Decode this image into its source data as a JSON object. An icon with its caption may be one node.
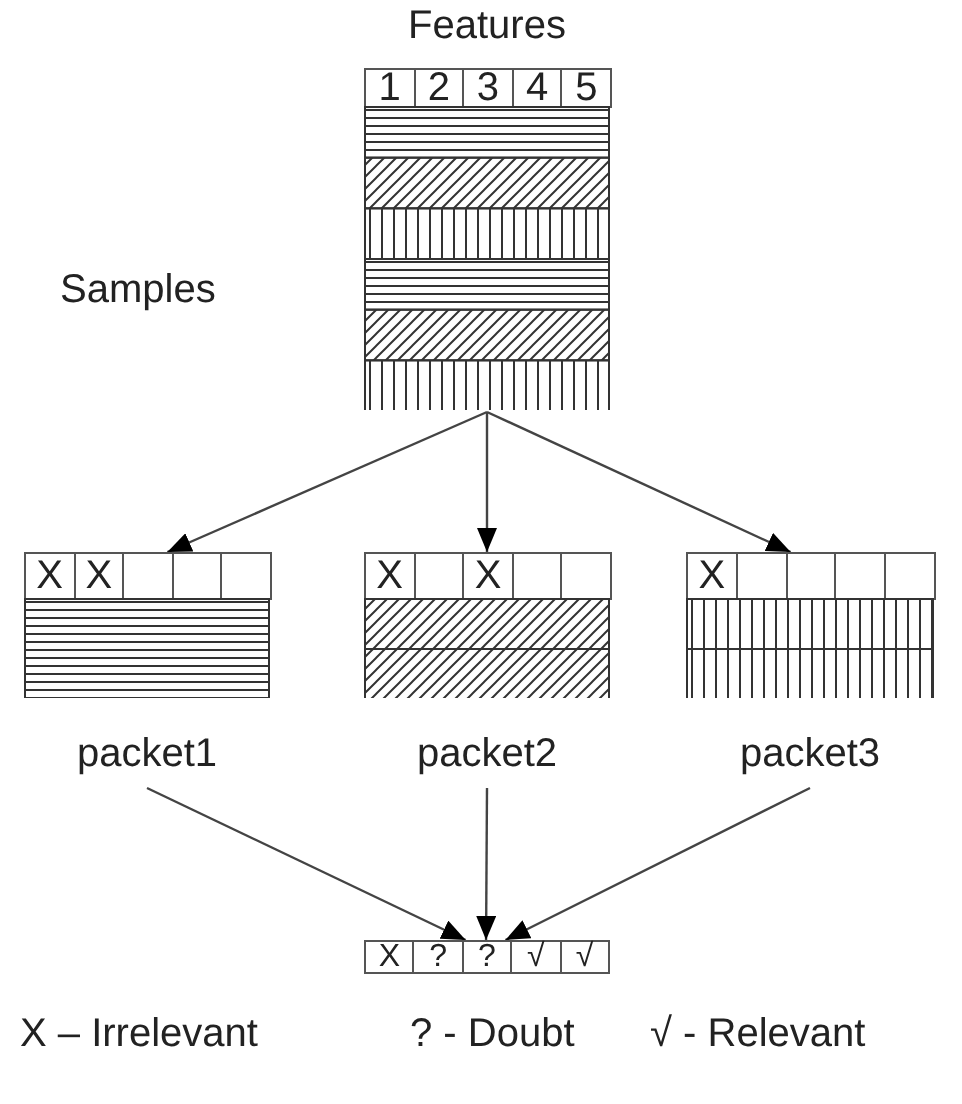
{
  "diagram": {
    "nodes": [
      {
        "text": [
          "Features",
          "1",
          "2",
          "3",
          "4",
          "5"
        ],
        "beside": [
          "Samples"
        ]
      },
      {
        "text": [
          "X",
          "X"
        ],
        "beside": [
          "packet1"
        ]
      },
      {
        "text": [
          "X",
          "X"
        ],
        "beside": [
          "packet2"
        ]
      },
      {
        "text": [
          "X"
        ],
        "beside": [
          "packet3"
        ]
      },
      {
        "text": [
          "X",
          "?",
          "?",
          "√",
          "√"
        ]
      }
    ],
    "edges": [
      {
        "from": 0,
        "to": 1,
        "arrow": "to"
      },
      {
        "from": 0,
        "to": 2,
        "arrow": "to"
      },
      {
        "from": 0,
        "to": 3,
        "arrow": "to"
      },
      {
        "from": 1,
        "to": 4,
        "arrow": "to"
      },
      {
        "from": 2,
        "to": 4,
        "arrow": "to"
      },
      {
        "from": 3,
        "to": 4,
        "arrow": "to"
      }
    ],
    "labels": [
      "X – Irrelevant",
      "? - Doubt",
      "√ - Relevant"
    ]
  }
}
